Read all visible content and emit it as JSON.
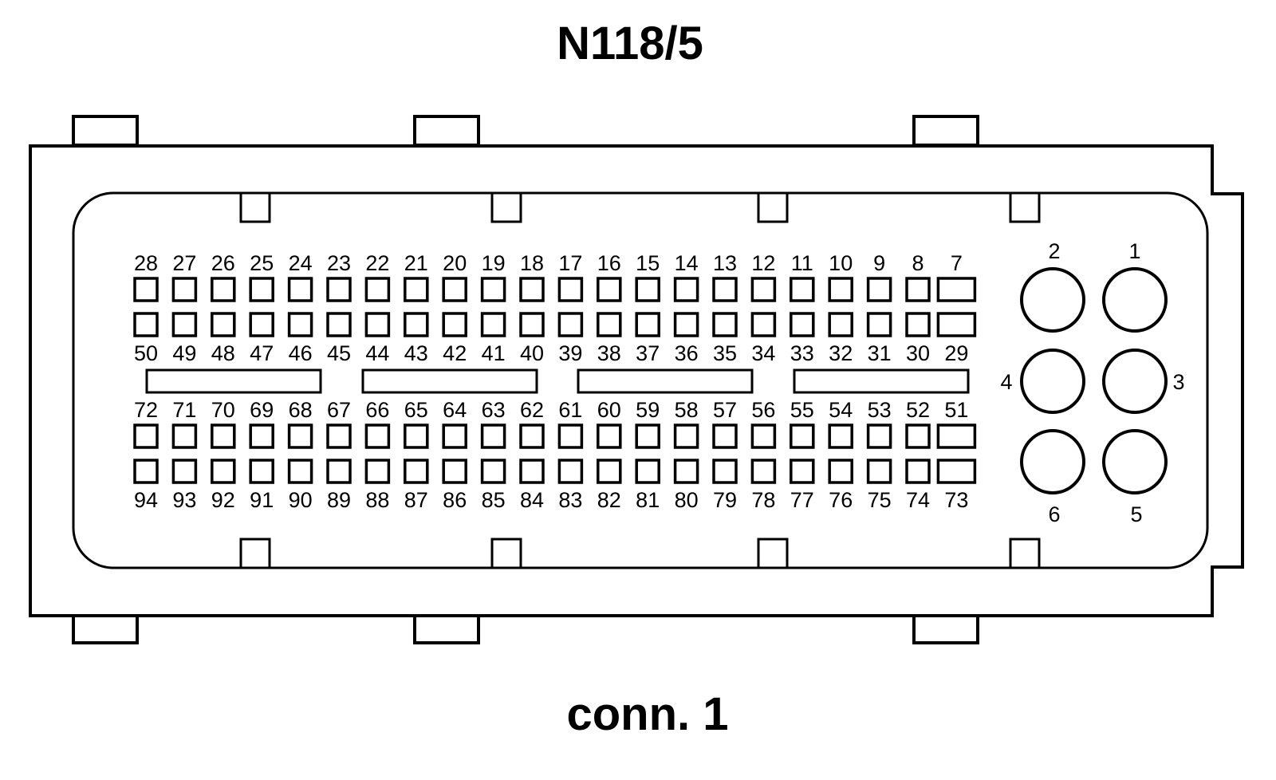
{
  "diagram": {
    "title": "N118/5",
    "caption": "conn. 1",
    "colors": {
      "line": "#000000",
      "background": "#ffffff"
    },
    "pin_rows": [
      {
        "row": "row-1",
        "labels_above": true,
        "pins": [
          "28",
          "27",
          "26",
          "25",
          "24",
          "23",
          "22",
          "21",
          "20",
          "19",
          "18",
          "17",
          "16",
          "15",
          "14",
          "13",
          "12",
          "11",
          "10",
          "9",
          "8",
          "7"
        ]
      },
      {
        "row": "row-2",
        "labels_above": false,
        "pins": [
          "50",
          "49",
          "48",
          "47",
          "46",
          "45",
          "44",
          "43",
          "42",
          "41",
          "40",
          "39",
          "38",
          "37",
          "36",
          "35",
          "34",
          "33",
          "32",
          "31",
          "30",
          "29"
        ]
      },
      {
        "row": "row-3",
        "labels_above": true,
        "pins": [
          "72",
          "71",
          "70",
          "69",
          "68",
          "67",
          "66",
          "65",
          "64",
          "63",
          "62",
          "61",
          "60",
          "59",
          "58",
          "57",
          "56",
          "55",
          "54",
          "53",
          "52",
          "51"
        ]
      },
      {
        "row": "row-4",
        "labels_above": false,
        "pins": [
          "94",
          "93",
          "92",
          "91",
          "90",
          "89",
          "88",
          "87",
          "86",
          "85",
          "84",
          "83",
          "82",
          "81",
          "80",
          "79",
          "78",
          "77",
          "76",
          "75",
          "74",
          "73"
        ]
      }
    ],
    "power_pins": [
      "1",
      "2",
      "3",
      "4",
      "5",
      "6"
    ]
  }
}
